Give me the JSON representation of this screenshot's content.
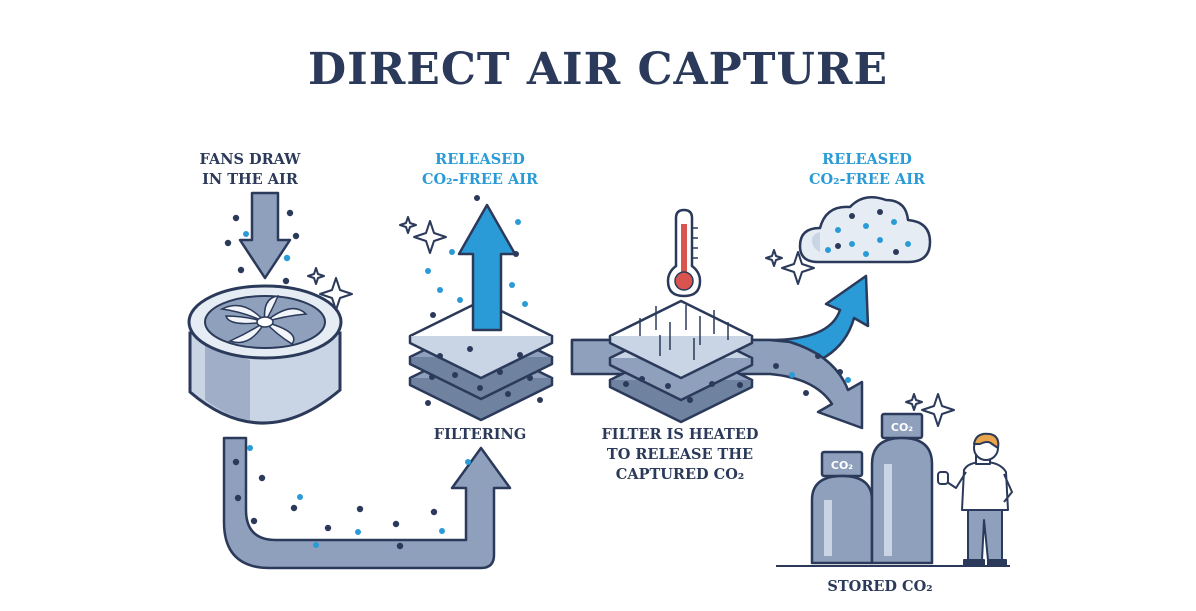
{
  "title": "DIRECT AIR CAPTURE",
  "labels": {
    "fans": [
      "FANS DRAW",
      "IN THE AIR"
    ],
    "released_1": [
      "RELEASED",
      "CO₂-FREE AIR"
    ],
    "released_2": [
      "RELEASED",
      "CO₂-FREE AIR"
    ],
    "filtering": "FILTERING",
    "heated": [
      "FILTER IS HEATED",
      "TO RELEASE THE",
      "CAPTURED CO₂"
    ],
    "stored": "STORED CO₂",
    "tank_small": "CO₂",
    "tank_large": "CO₂"
  },
  "colors": {
    "outline": "#2b3a5a",
    "accent_blue": "#2a9bd6",
    "steel": "#8ea0bb",
    "steel_light": "#c9d4e4",
    "steel_dark": "#6f82a0"
  },
  "icons": [
    "fan-icon",
    "thermometer-icon",
    "cloud-icon",
    "sparkle-icon",
    "person-icon",
    "gas-tank-icon"
  ]
}
